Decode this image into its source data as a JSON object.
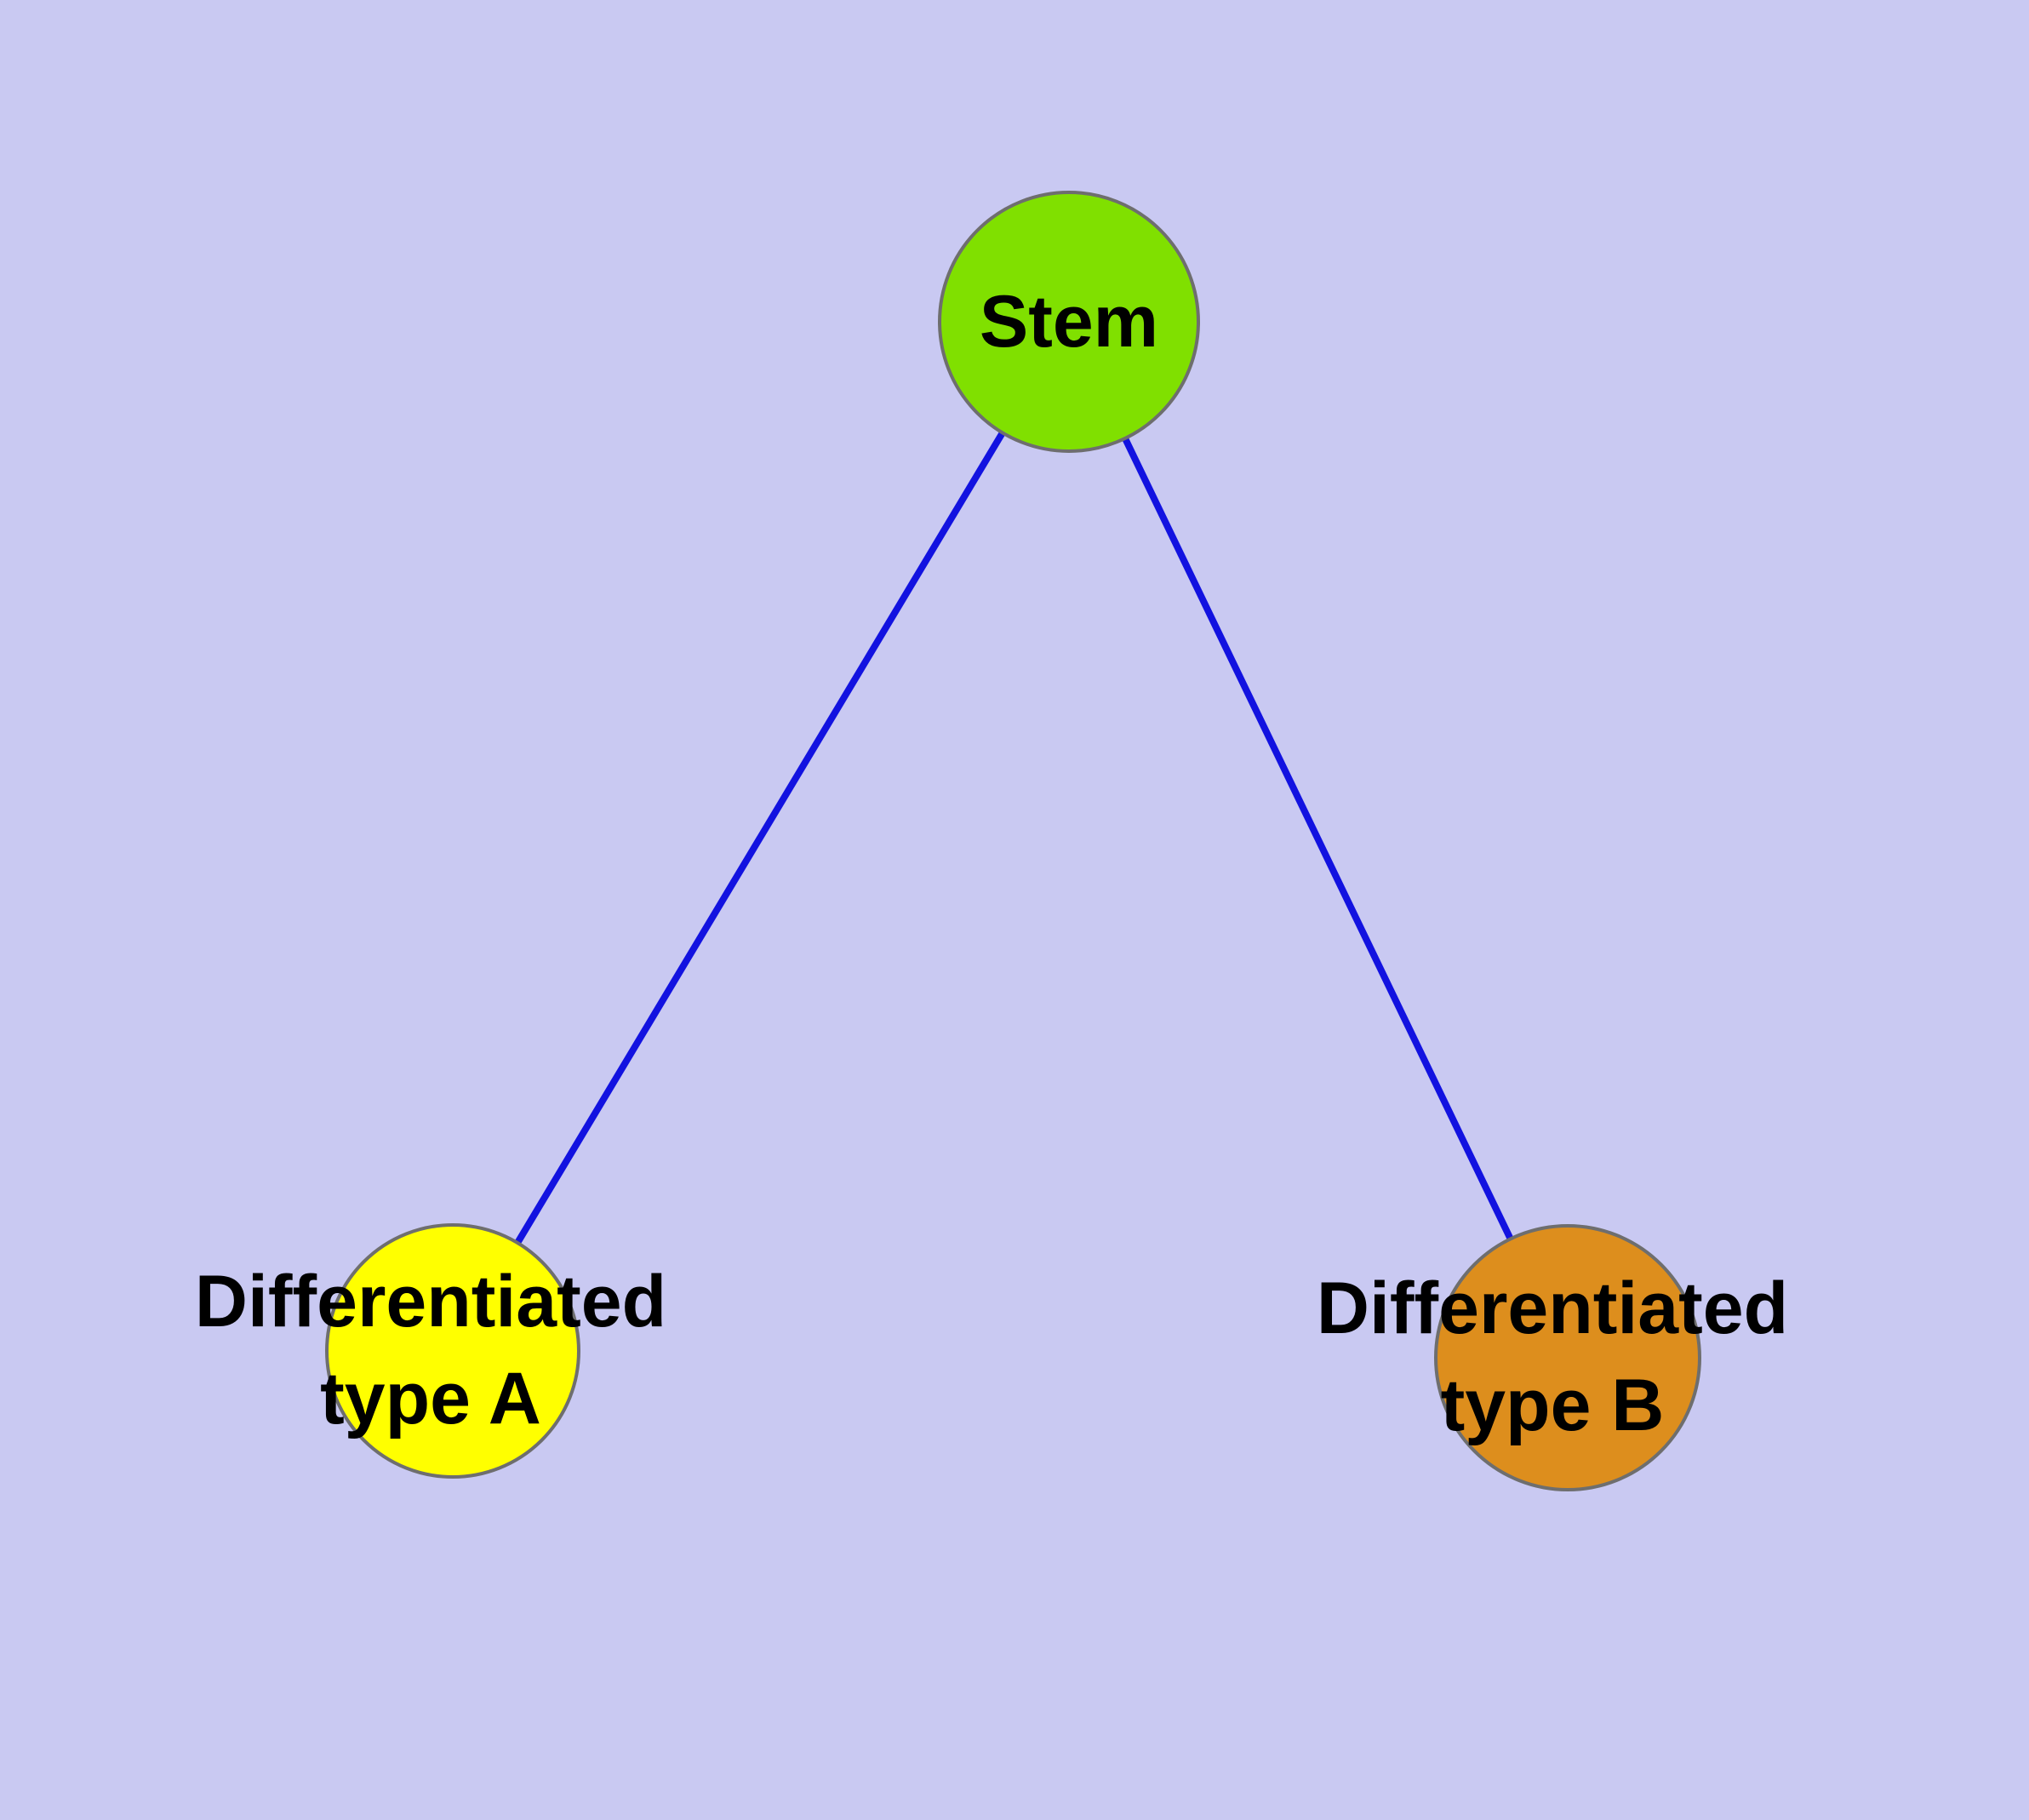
{
  "diagram": {
    "type": "graph",
    "background_color": "#c9c9f2",
    "edge_color": "#1212e0",
    "node_border_color": "#6e6e6e",
    "text_color": "#000000",
    "nodes": [
      {
        "id": "stem",
        "label": "Stem",
        "label_line1": "Stem",
        "label_line2": "",
        "color": "#80e000"
      },
      {
        "id": "type_a",
        "label": "Differentiated type A",
        "label_line1": "Differentiated",
        "label_line2": "type A",
        "color": "#ffff00"
      },
      {
        "id": "type_b",
        "label": "Differentiated type B",
        "label_line1": "Differentiated",
        "label_line2": "type B",
        "color": "#dd8e1d"
      }
    ],
    "edges": [
      {
        "from": "stem",
        "to": "type_a"
      },
      {
        "from": "stem",
        "to": "type_b"
      }
    ]
  }
}
